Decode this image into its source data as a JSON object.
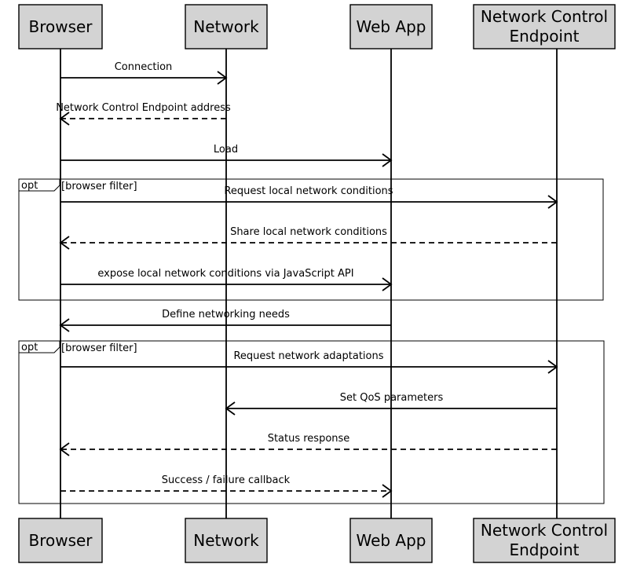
{
  "participants": [
    {
      "id": "browser",
      "label_lines": [
        "Browser"
      ]
    },
    {
      "id": "network",
      "label_lines": [
        "Network"
      ]
    },
    {
      "id": "webapp",
      "label_lines": [
        "Web App"
      ]
    },
    {
      "id": "nce",
      "label_lines": [
        "Network Control",
        "Endpoint"
      ]
    }
  ],
  "fragments": [
    {
      "operator": "opt",
      "guard": "[browser filter]"
    },
    {
      "operator": "opt",
      "guard": "[browser filter]"
    }
  ],
  "messages": [
    {
      "from": "browser",
      "to": "network",
      "label": "Connection",
      "style": "solid"
    },
    {
      "from": "network",
      "to": "browser",
      "label": "Network Control Endpoint address",
      "style": "dashed"
    },
    {
      "from": "browser",
      "to": "webapp",
      "label": "Load",
      "style": "solid"
    },
    {
      "from": "browser",
      "to": "nce",
      "label": "Request local network conditions",
      "style": "solid"
    },
    {
      "from": "nce",
      "to": "browser",
      "label": "Share local network conditions",
      "style": "dashed"
    },
    {
      "from": "browser",
      "to": "webapp",
      "label": "expose local network conditions via JavaScript API",
      "style": "solid"
    },
    {
      "from": "webapp",
      "to": "browser",
      "label": "Define networking needs",
      "style": "solid"
    },
    {
      "from": "browser",
      "to": "nce",
      "label": "Request network adaptations",
      "style": "solid"
    },
    {
      "from": "nce",
      "to": "network",
      "label": "Set QoS parameters",
      "style": "solid"
    },
    {
      "from": "nce",
      "to": "browser",
      "label": "Status response",
      "style": "dashed"
    },
    {
      "from": "browser",
      "to": "webapp",
      "label": "Success / failure callback",
      "style": "dashed"
    }
  ]
}
